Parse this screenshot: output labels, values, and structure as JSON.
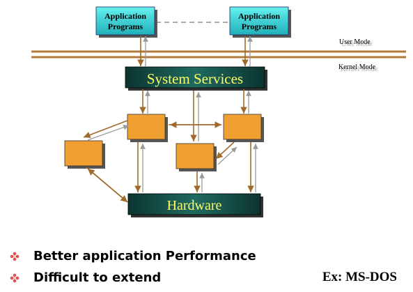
{
  "diagram": {
    "app_programs_left": [
      "Application",
      "Programs"
    ],
    "app_programs_right": [
      "Application",
      "Programs"
    ],
    "user_mode_label": "User Mode",
    "kernel_mode_label": "Kernel Mode",
    "system_services_label": "System Services",
    "hardware_label": "Hardware"
  },
  "bullets": [
    {
      "text": "Better application Performance"
    },
    {
      "text": "Difficult to extend"
    }
  ],
  "example_label": "Ex: MS-DOS",
  "colors": {
    "app_box": "#33cccc",
    "module_box": "#f0a030",
    "layer_box_dark": "#0f3e3a",
    "layer_text": "#ffff66",
    "mode_line": "#b07a3a",
    "arrow_brown": "#a06a2a",
    "arrow_gray": "#9a9a9a",
    "bullet_star": "#e05050"
  }
}
